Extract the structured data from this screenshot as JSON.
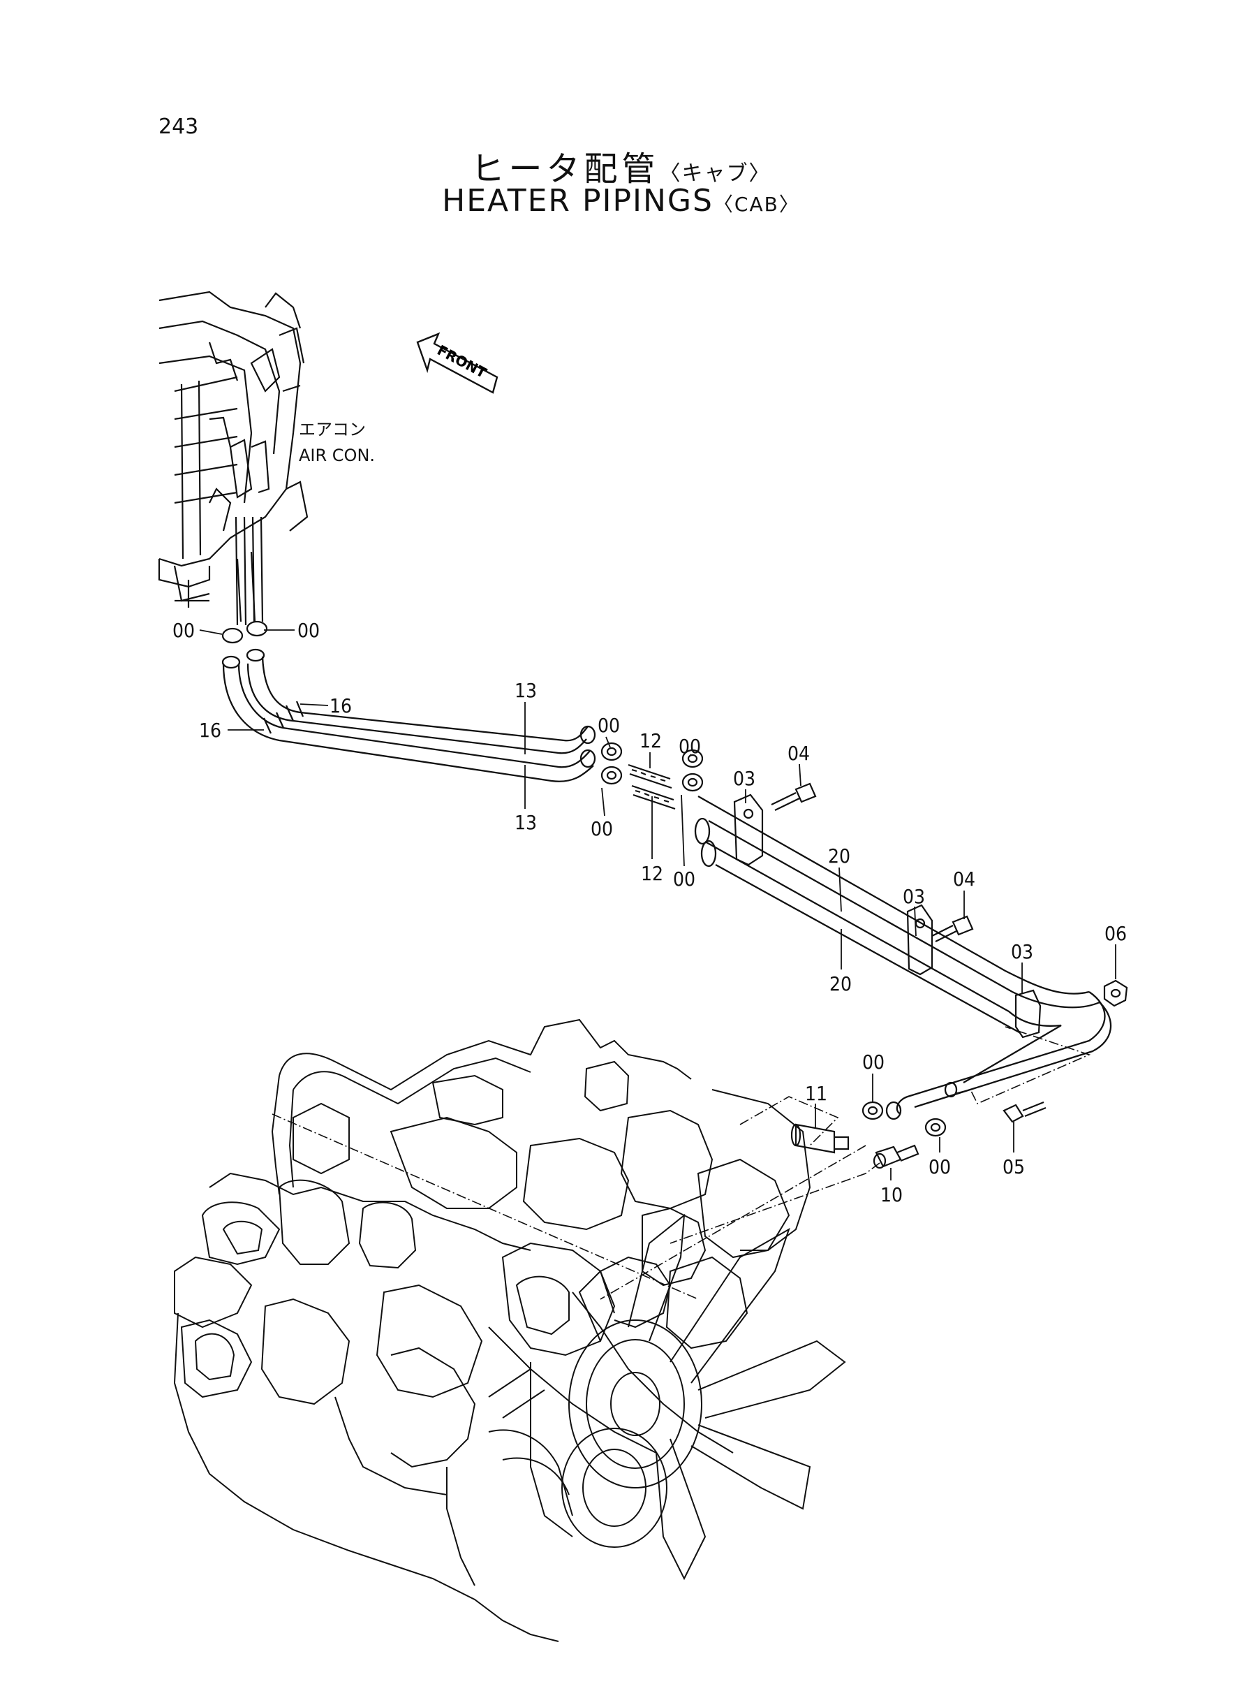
{
  "page_number": "243",
  "title": {
    "jp": "ヒータ配管",
    "jp_sub": "〈キャブ〉",
    "en": "HEATER PIPINGS",
    "en_sub": "〈CAB〉"
  },
  "front_arrow": "FRONT",
  "callout": {
    "jp": "エアコン",
    "en": "AIR CON."
  },
  "part_labels": {
    "l00a": "00",
    "l00b": "00",
    "l16a": "16",
    "l16b": "16",
    "l13a": "13",
    "l13b": "13",
    "l00c": "00",
    "l00d": "00",
    "l12a": "12",
    "l12b": "12",
    "l00e": "00",
    "l00f": "00",
    "l03a": "03",
    "l04a": "04",
    "l20a": "20",
    "l20b": "20",
    "l04b": "04",
    "l03b": "03",
    "l03c": "03",
    "l06": "06",
    "l11": "11",
    "l00g": "00",
    "l10": "10",
    "l00h": "00",
    "l05": "05"
  }
}
